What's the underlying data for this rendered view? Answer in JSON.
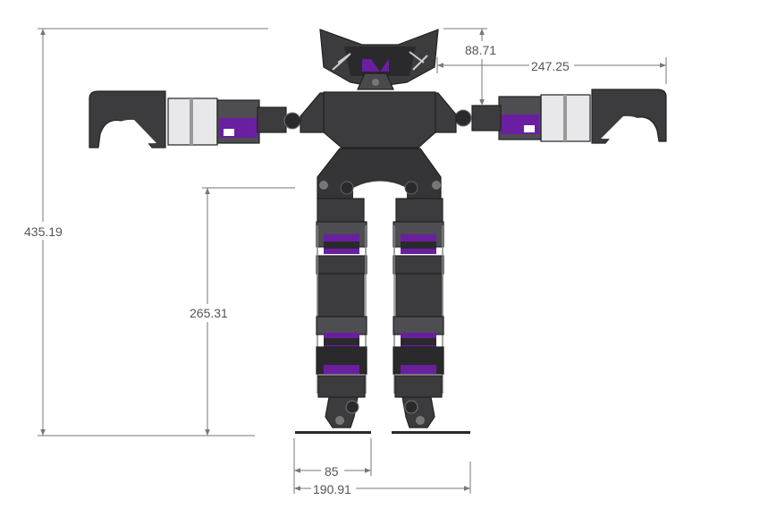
{
  "drawing": {
    "colors": {
      "frame": "#3c3c3e",
      "frame_dark": "#2a2a2c",
      "frame_light": "#5a5a5e",
      "servo": "#4d4d52",
      "accent": "#6a1fa0",
      "aluminum": "#e8e8ea",
      "dimension": "#777777"
    }
  },
  "dimensions": {
    "overall_height": "435.19",
    "leg_height": "265.31",
    "head_offset": "88.71",
    "arm_span_half": "247.25",
    "foot_width": "85",
    "stance_width": "190.91"
  }
}
